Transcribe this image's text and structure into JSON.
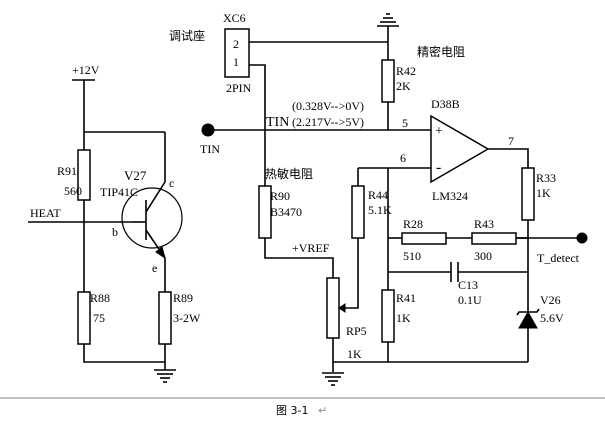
{
  "labels": {
    "debug_socket": "调试座",
    "xc6": "XC6",
    "pin2": "2",
    "pin1": "1",
    "two_pin": "2PIN",
    "precision_res": "精密电阻",
    "r42": "R42",
    "r42_val": "2K",
    "range1": "(0.328V-->0V)",
    "range2": "(2.217V-->5V)",
    "tin_upper": "TIN",
    "tin_left": "TIN",
    "node5": "5",
    "d38b": "D38B",
    "node6": "6",
    "node7": "7",
    "lm324": "LM324",
    "thermistor": "热敏电阻",
    "r90": "R90",
    "r90_val": "B3470",
    "vref": "+VREF",
    "plus12": "+12V",
    "r91": "R91",
    "r91_val": "560",
    "v27": "V27",
    "tip41c": "TIP41C",
    "c": "c",
    "b": "b",
    "e": "e",
    "heat": "HEAT",
    "r88": "R88",
    "r88_val": "75",
    "r89": "R89",
    "r89_val": "3-2W",
    "r44": "R44",
    "r44_val": "5.1K",
    "r28": "R28",
    "r28_val": "510",
    "r43": "R43",
    "r43_val": "300",
    "r33": "R33",
    "r33_val": "1K",
    "t_detect": "T_detect",
    "c13": "C13",
    "c13_val": "0.1U",
    "r41": "R41",
    "r41_val": "1K",
    "rp5": "RP5",
    "rp5_val": "1K",
    "v26": "V26",
    "v26_val": "5.6V",
    "plus": "+",
    "minus": "-",
    "figure_caption": "图 3-1"
  }
}
